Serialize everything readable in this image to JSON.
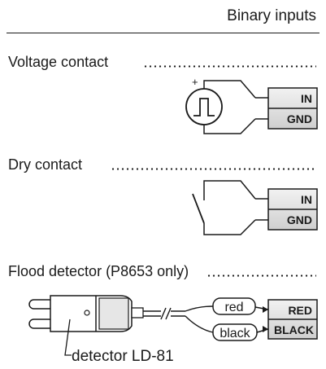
{
  "header": {
    "title": "Binary inputs"
  },
  "sections": [
    {
      "label": "Voltage contact",
      "terminals": [
        "IN",
        "GND"
      ],
      "source_polarity": "+"
    },
    {
      "label": "Dry contact",
      "terminals": [
        "IN",
        "GND"
      ]
    },
    {
      "label": "Flood detector (P8653 only)",
      "terminals": [
        "RED",
        "BLACK"
      ],
      "wires": [
        "red",
        "black"
      ],
      "detector_caption": "detector LD-81"
    }
  ],
  "colors": {
    "ink": "#1a1a1a",
    "terminal_fill": "#d9d9d9",
    "background": "#ffffff"
  }
}
